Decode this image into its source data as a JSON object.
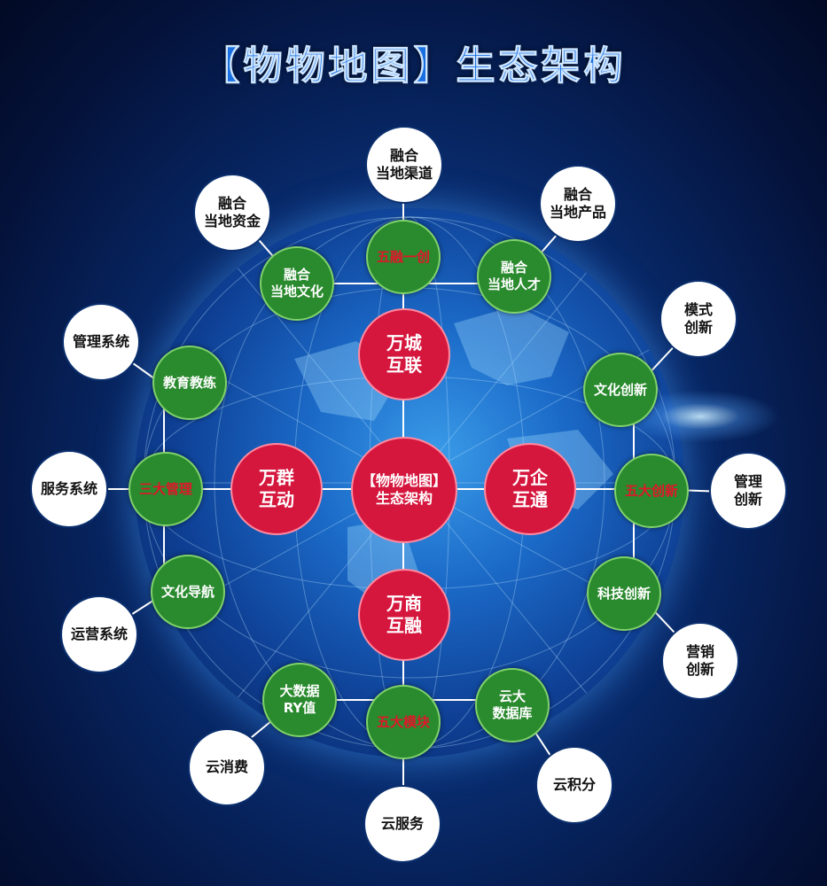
{
  "title": "【物物地图】生态架构",
  "center": {
    "line1": "【物物地图】",
    "line2": "生态架构"
  },
  "red_nodes": [
    {
      "id": "top",
      "line1": "万城",
      "line2": "互联"
    },
    {
      "id": "left",
      "line1": "万群",
      "line2": "互动"
    },
    {
      "id": "right",
      "line1": "万企",
      "line2": "互通"
    },
    {
      "id": "bottom",
      "line1": "万商",
      "line2": "互融"
    }
  ],
  "green_nodes": [
    {
      "id": "top",
      "line1": "五融一创",
      "line2": "",
      "red_text": true
    },
    {
      "id": "top-left",
      "line1": "融合",
      "line2": "当地文化",
      "red_text": false
    },
    {
      "id": "top-right",
      "line1": "融合",
      "line2": "当地人才",
      "red_text": false
    },
    {
      "id": "left-upper",
      "line1": "教育教练",
      "line2": "",
      "red_text": false
    },
    {
      "id": "left",
      "line1": "三大管理",
      "line2": "",
      "red_text": true
    },
    {
      "id": "left-lower",
      "line1": "文化导航",
      "line2": "",
      "red_text": false
    },
    {
      "id": "right-upper",
      "line1": "文化创新",
      "line2": "",
      "red_text": false
    },
    {
      "id": "right",
      "line1": "五大创新",
      "line2": "",
      "red_text": true
    },
    {
      "id": "right-lower",
      "line1": "科技创新",
      "line2": "",
      "red_text": false
    },
    {
      "id": "bottom-left",
      "line1": "大数据",
      "line2": "RY值",
      "red_text": false
    },
    {
      "id": "bottom",
      "line1": "五大模块",
      "line2": "",
      "red_text": true
    },
    {
      "id": "bottom-right",
      "line1": "云大",
      "line2": "数据库",
      "red_text": false
    }
  ],
  "outer_nodes": [
    {
      "id": "top",
      "line1": "融合",
      "line2": "当地渠道"
    },
    {
      "id": "top-left",
      "line1": "融合",
      "line2": "当地资金"
    },
    {
      "id": "top-right",
      "line1": "融合",
      "line2": "当地产品"
    },
    {
      "id": "left-upper",
      "line1": "管理系统",
      "line2": ""
    },
    {
      "id": "left",
      "line1": "服务系统",
      "line2": ""
    },
    {
      "id": "left-lower",
      "line1": "运营系统",
      "line2": ""
    },
    {
      "id": "right-upper",
      "line1": "模式",
      "line2": "创新"
    },
    {
      "id": "right",
      "line1": "管理",
      "line2": "创新"
    },
    {
      "id": "right-lower",
      "line1": "营销",
      "line2": "创新"
    },
    {
      "id": "bottom-left",
      "line1": "云消费",
      "line2": ""
    },
    {
      "id": "bottom",
      "line1": "云服务",
      "line2": ""
    },
    {
      "id": "bottom-right",
      "line1": "云积分",
      "line2": ""
    }
  ],
  "colors": {
    "red_node": "#d5173e",
    "green_node": "#2a8a2e",
    "green_label_accent": "#e0162a",
    "outer_node": "#ffffff",
    "connector": "#ffffff",
    "background": "#082a6b"
  }
}
